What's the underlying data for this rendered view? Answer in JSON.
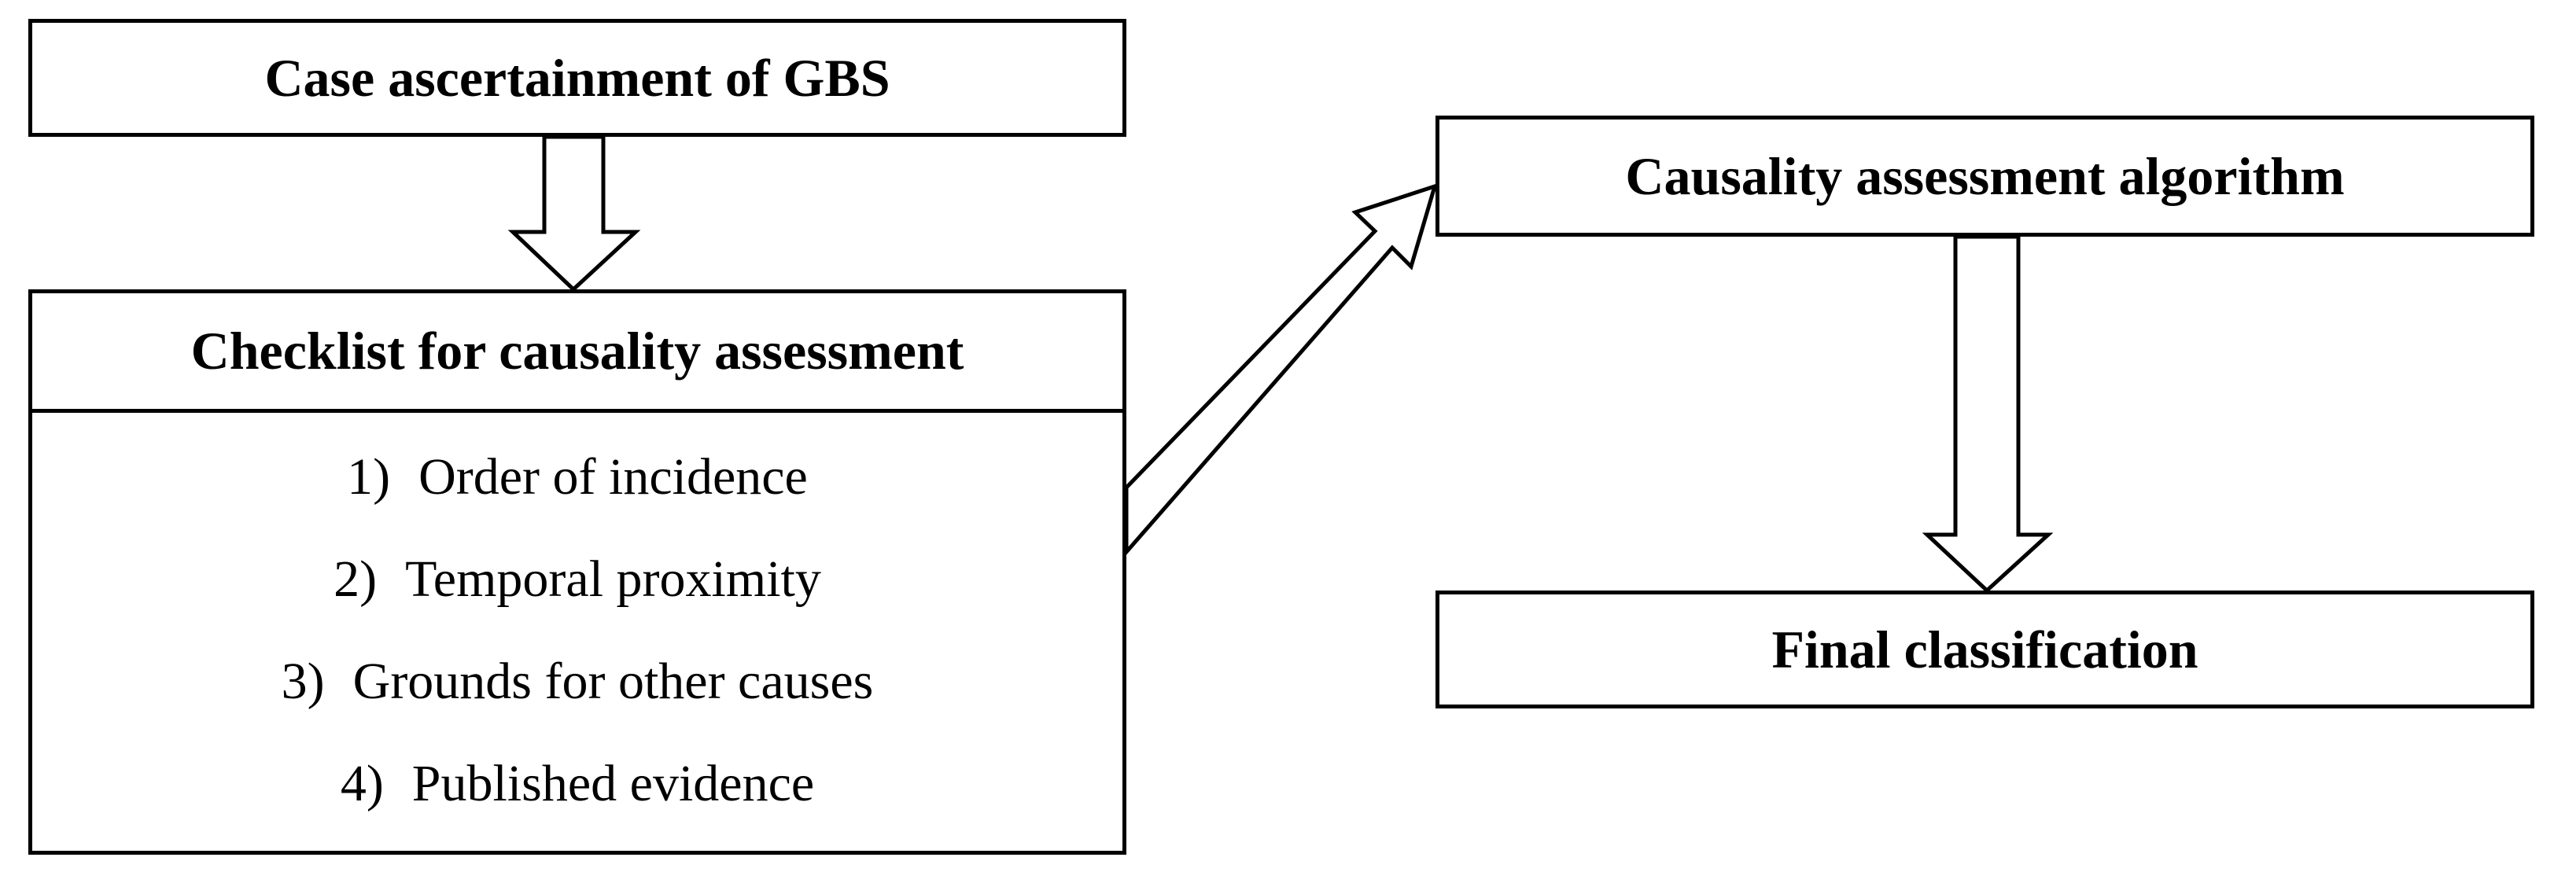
{
  "boxes": {
    "case_ascertainment": "Case ascertainment of GBS",
    "checklist_title": "Checklist for causality assessment",
    "checklist_items": [
      {
        "num": "1)",
        "label": "Order of incidence"
      },
      {
        "num": "2)",
        "label": "Temporal proximity"
      },
      {
        "num": "3)",
        "label": "Grounds for other causes"
      },
      {
        "num": "4)",
        "label": "Published evidence"
      }
    ],
    "algorithm": "Causality assessment algorithm",
    "final": "Final classification"
  },
  "connections": [
    {
      "from": "Case ascertainment of GBS",
      "to": "Checklist for causality assessment",
      "style": "hollow block arrow"
    },
    {
      "from": "Checklist for causality assessment",
      "to": "Causality assessment algorithm",
      "style": "hollow block arrow"
    },
    {
      "from": "Causality assessment algorithm",
      "to": "Final classification",
      "style": "hollow block arrow"
    }
  ],
  "colors": {
    "stroke": "#000000",
    "fill": "#ffffff"
  }
}
